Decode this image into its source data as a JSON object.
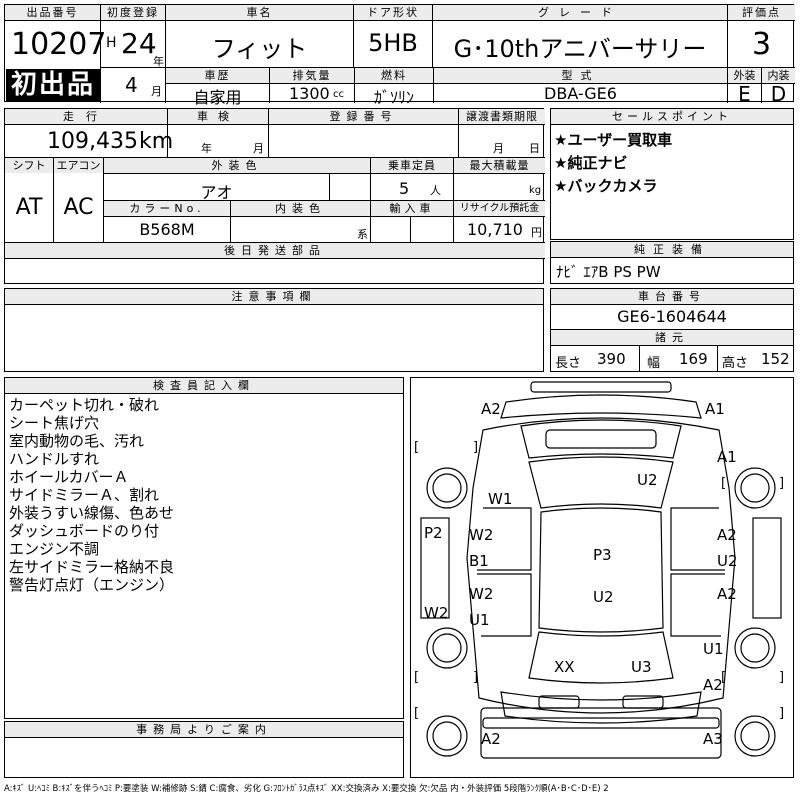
{
  "header": {
    "lot_no_label": "出品番号",
    "lot_no": "10207",
    "first_listing_badge": "初出品",
    "first_reg_label": "初度登録",
    "era": "H",
    "year": "24",
    "year_unit": "年",
    "month": "4",
    "month_unit": "月",
    "car_name_label": "車名",
    "car_name": "フィット",
    "door_label": "ドア形状",
    "door": "5HB",
    "grade_label": "グレード",
    "grade": "G･10thアニバーサリー",
    "score_label": "評価点",
    "score": "3",
    "history_label": "車歴",
    "history": "自家用",
    "displacement_label": "排気量",
    "displacement": "1300",
    "displacement_unit": "cc",
    "fuel_label": "燃料",
    "fuel": "ｶﾞｿﾘﾝ",
    "model_label": "型式",
    "model": "DBA-GE6",
    "exterior_label": "外装",
    "exterior": "E",
    "interior_label": "内装",
    "interior": "D"
  },
  "row2": {
    "mileage_label": "走行",
    "mileage": "109,435",
    "mileage_unit": "km",
    "inspection_label": "車検",
    "inspection_year_unit": "年",
    "inspection_month_unit": "月",
    "reg_no_label": "登録番号",
    "transfer_label": "譲渡書類期限",
    "transfer_month_unit": "月",
    "transfer_day_unit": "日",
    "shift_label": "シフト",
    "shift": "AT",
    "ac_label": "エアコン",
    "ac": "AC",
    "ext_color_label": "外装色",
    "ext_color": "アオ",
    "capacity_label": "乗車定員",
    "capacity": "5",
    "capacity_unit": "人",
    "max_load_label": "最大積載量",
    "max_load_unit": "kg",
    "color_no_label": "カラーNo.",
    "color_no": "B568M",
    "int_color_label": "内装色",
    "int_color_unit": "系",
    "import_label": "輸入車",
    "recycle_label": "リサイクル預託金",
    "recycle": "10,710",
    "recycle_unit": "円",
    "later_parts_label": "後日発送部品"
  },
  "selling_points": {
    "label": "セールスポイント",
    "items": [
      "★ユーザー買取車",
      "★純正ナビ",
      "★バックカメラ"
    ]
  },
  "equipment": {
    "label": "純正装備",
    "value": "ﾅﾋﾞ ｴｱB PS PW"
  },
  "notes": {
    "label": "注意事項欄"
  },
  "chassis": {
    "label": "車台番号",
    "value": "GE6-1604644",
    "dims_label": "諸元",
    "length_label": "長さ",
    "length": "390",
    "width_label": "幅",
    "width": "169",
    "height_label": "高さ",
    "height": "152"
  },
  "inspector": {
    "label": "検査員記入欄",
    "lines": [
      "カーペット切れ・破れ",
      "シート焦げ穴",
      "室内動物の毛、汚れ",
      "ハンドルすれ",
      "ホイールカバーＡ",
      "サイドミラーＡ、割れ",
      "外装うすい線傷、色あせ",
      "ダッシュボードのり付",
      "エンジン不調",
      "左サイドミラー格納不良",
      "警告灯点灯（エンジン）"
    ]
  },
  "office": {
    "label": "事務局よりご案内"
  },
  "diagram": {
    "marks": [
      "A2",
      "A1",
      "A1",
      "U2",
      "W1",
      "P2",
      "W2",
      "A2",
      "B1",
      "P3",
      "U2",
      "W2",
      "U2",
      "W2",
      "A2",
      "U1",
      "U1",
      "XX",
      "U3",
      "A2",
      "A2",
      "A3"
    ],
    "brackets": [
      "[",
      "]",
      "[",
      "]",
      "[",
      "]",
      "[",
      "]",
      "[",
      "]"
    ]
  },
  "legend": "A:ｷｽﾞ U:ﾍｺﾐ B:ｷｽﾞを伴うﾍｺﾐ P:要塗装 W:補修跡 S:錆 C:腐食、劣化 G:ﾌﾛﾝﾄｶﾞﾗｽ点ｷｽﾞ XX:交換済み X:要交換 欠:欠品 内・外装評価 5段階ﾗﾝｸ順(A･B･C･D･E) 2"
}
